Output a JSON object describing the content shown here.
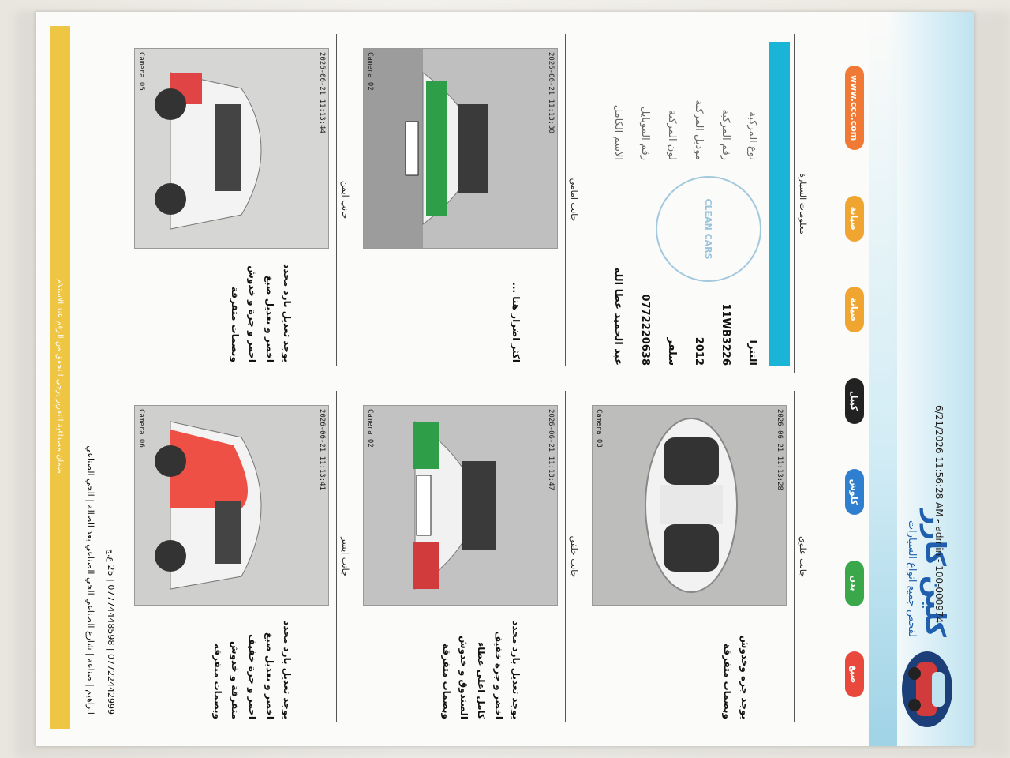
{
  "header": {
    "brand_name": "كلين كارز",
    "brand_sub": "لفحص جميع انواع السيارات",
    "meta": "6/21/2026 11:56:28 AM - admin - 100-000974"
  },
  "services": [
    {
      "label": "صبغ",
      "color": "#e8493c"
    },
    {
      "label": "بدن",
      "color": "#3aa84a"
    },
    {
      "label": "كلوش",
      "color": "#2f7fd0"
    },
    {
      "label": "كيبل",
      "color": "#222222"
    },
    {
      "label": "صيانة",
      "color": "#f0a531"
    },
    {
      "label": "صيانة",
      "color": "#f0a531"
    },
    {
      "label": "www.ccc.com",
      "color": "#f07a35"
    }
  ],
  "panels": {
    "top": {
      "title": "جانب علوي",
      "timestamp": "2026-06-21 11:13:28",
      "camera": "Camera 03",
      "note": "يوجد جرة وخدوش وبصمات متفرقة"
    },
    "back": {
      "title": "جانب خلفي",
      "timestamp": "2026-06-21 11:13:47",
      "camera": "Camera 02",
      "note": "يوجد تعديل بارد محدد اخضر و جرة خفيف كامل اعلى غطاء الصندوق و خدوش وبصمات متفرقة"
    },
    "front": {
      "title": "جانب امامي",
      "timestamp": "2026-06-21 11:13:30",
      "camera": "Camera 02",
      "note": "اكثر اضرار هنا ..."
    },
    "left": {
      "title": "جانب ايسر",
      "timestamp": "2026-06-21 11:13:41",
      "camera": "Camera 06",
      "note": "يوجد تعديل بارد محدد اخضر و تعديل صبغ احمر و جرة خفيف متفرقة و خدوش وبصمات متفرقة"
    },
    "right": {
      "title": "جانب ايمن",
      "timestamp": "2026-06-21 11:13:44",
      "camera": "Camera 05",
      "note": "يوجد تعديل بارد محدد اخضر و تعديل صبغ احمر و جرة و خدوش وبصمات متفرقة"
    }
  },
  "info": {
    "title": "معلومات السيارة",
    "rows": [
      {
        "label": "نوع المركبة",
        "value": "النترا"
      },
      {
        "label": "رقم المركبة",
        "value": "11WB3226"
      },
      {
        "label": "موديل المركبة",
        "value": "2012"
      },
      {
        "label": "لون المركبة",
        "value": "سلفر"
      },
      {
        "label": "رقم الموبايل",
        "value": "0772220638"
      },
      {
        "label": "الاسم الكامل",
        "value": "عبد الحميد عطا الله"
      }
    ],
    "stamp": "CLEAN CARS"
  },
  "footer": {
    "phones": "07722442999 | 07774448598 | 25 ع.ج",
    "address": "ابراهيم | صناعة | شارع الصناعي الحي الصناعي بعد الصالة | الحي الصناعي",
    "band": "لضمان مصداقية التقرير يرجى التحقق من الرقم عند الاستلام"
  }
}
